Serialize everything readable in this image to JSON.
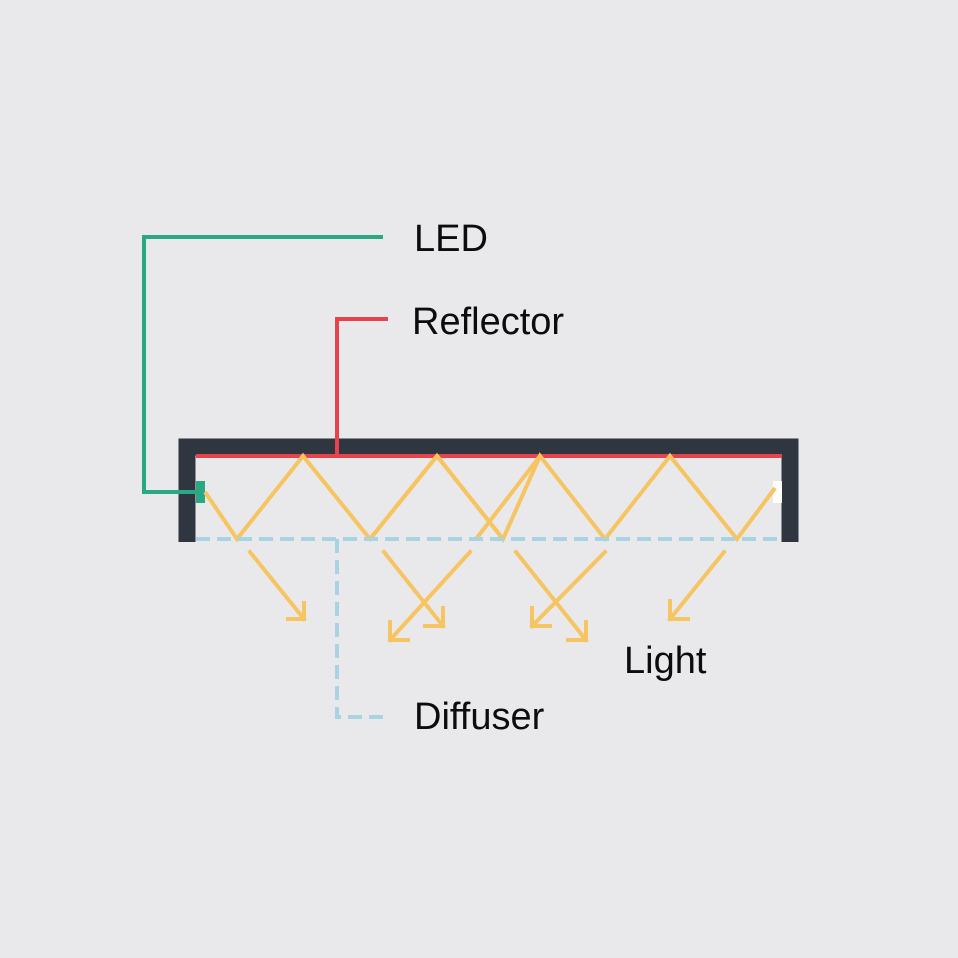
{
  "labels": {
    "led": "LED",
    "reflector": "Reflector",
    "light": "Light",
    "diffuser": "Diffuser"
  },
  "colors": {
    "background": "#e9e9eb",
    "housing": "#2f3640",
    "led": "#2aa884",
    "reflector": "#e8434b",
    "light": "#f6c461",
    "diffuser": "#a8d3e3",
    "text": "#0c0c0e"
  }
}
